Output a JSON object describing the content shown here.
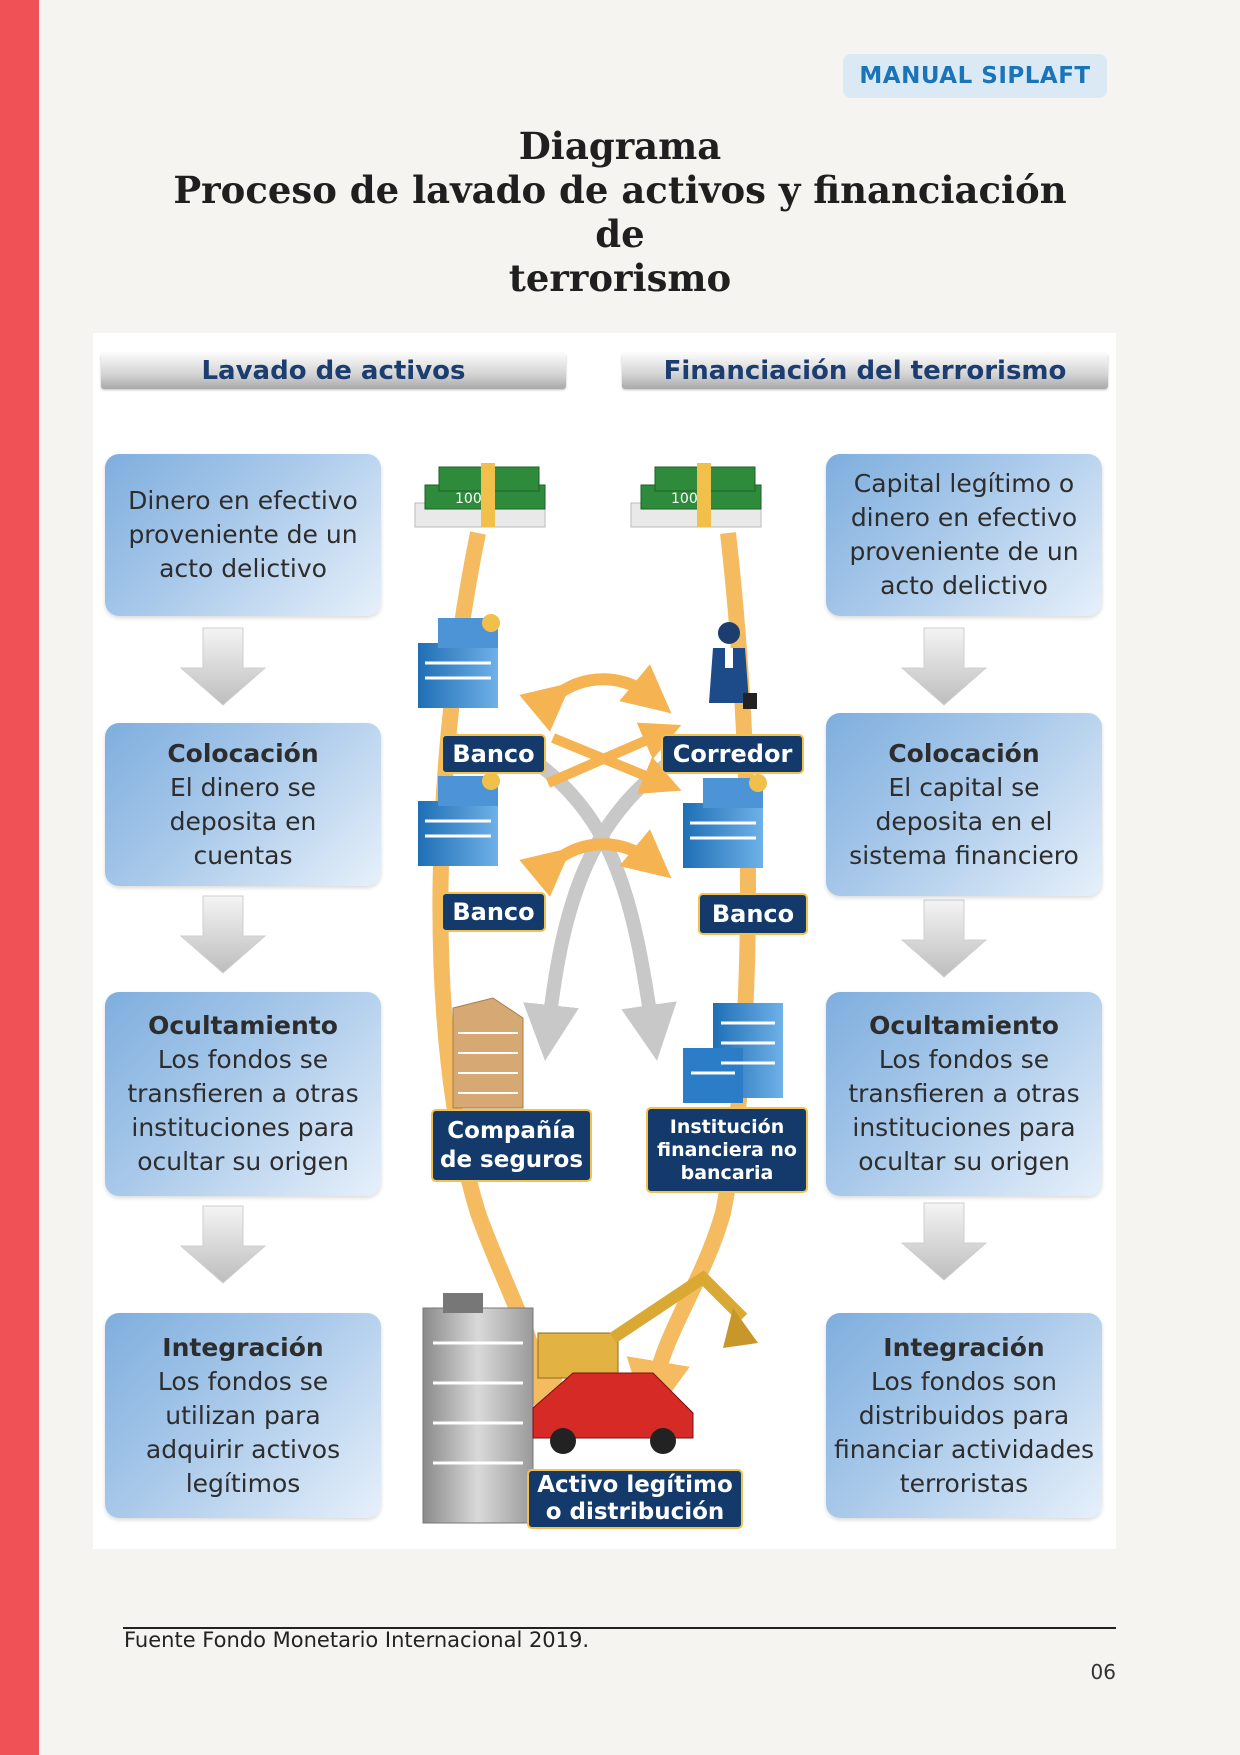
{
  "header": {
    "badge": "MANUAL SIPLAFT"
  },
  "title": {
    "line1": "Diagrama",
    "line2": "Proceso de lavado de activos y financiación de",
    "line3": "terrorismo"
  },
  "diagram": {
    "left_header": "Lavado de activos",
    "right_header": "Financiación del terrorismo",
    "left_boxes": [
      {
        "title": "",
        "text": "Dinero en efectivo\nproveniente de un\nacto delictivo"
      },
      {
        "title": "Colocación",
        "text": "El dinero se\ndeposita en\ncuentas"
      },
      {
        "title": "Ocultamiento",
        "text": "Los fondos se\ntransfieren a otras\ninstituciones para\nocultar su origen"
      },
      {
        "title": "Integración",
        "text": "Los fondos se\nutilizan para\nadquirir activos\nlegítimos"
      }
    ],
    "right_boxes": [
      {
        "title": "",
        "text": "Capital legítimo o\ndinero en efectivo\nproveniente de un\nacto delictivo"
      },
      {
        "title": "Colocación",
        "text": "El capital se\ndeposita en el\nsistema financiero"
      },
      {
        "title": "Ocultamiento",
        "text": "Los fondos se\ntransfieren a otras\ninstituciones para\nocultar su origen"
      },
      {
        "title": "Integración",
        "text": "Los fondos son\ndistribuidos para\nfinanciar actividades\nterroristas"
      }
    ],
    "labels": {
      "bank_1": "Banco",
      "broker": "Corredor",
      "bank_2": "Banco",
      "bank_3": "Banco",
      "insurance": "Compañía\nde seguros",
      "non_bank": "Institución\nfinanciera no\nbancaria",
      "asset": "Activo legítimo\no distribución"
    },
    "money_stack_text": "100",
    "colors": {
      "flow_arrow": "#f5b451",
      "cross_arrow": "#c8c8c8",
      "label_bg": "#133a6a",
      "box_blue": "#7eaede"
    }
  },
  "footer": {
    "source": "Fuente Fondo Monetario Internacional 2019.",
    "page_number": "06"
  }
}
